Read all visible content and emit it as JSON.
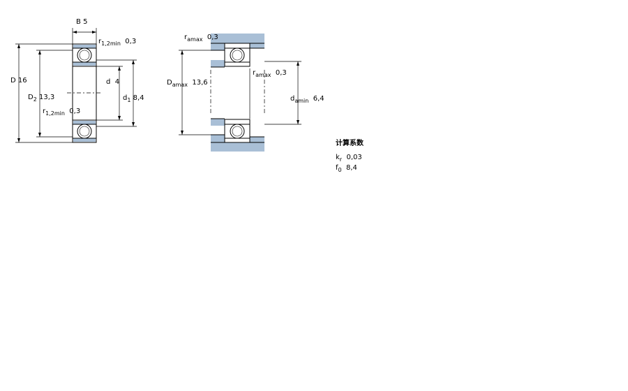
{
  "left_drawing": {
    "B": {
      "sym": "B",
      "val": "5"
    },
    "D": {
      "sym": "D",
      "val": "16"
    },
    "D2": {
      "sym": "D",
      "sub": "2",
      "val": "13,3"
    },
    "r_top": {
      "sym": "r",
      "sub": "1,2min",
      "val": "0,3"
    },
    "r_mid": {
      "sym": "r",
      "sub": "1,2min",
      "val": "0,3"
    },
    "d": {
      "sym": "d",
      "val": "4"
    },
    "d1": {
      "sym": "d",
      "sub": "1",
      "val": "8,4"
    }
  },
  "right_drawing": {
    "ra_top": {
      "sym": "r",
      "sub": "amax",
      "val": "0,3"
    },
    "ra_mid": {
      "sym": "r",
      "sub": "amax",
      "val": "0,3"
    },
    "Da": {
      "sym": "D",
      "sub": "amax",
      "val": "13,6"
    },
    "da": {
      "sym": "d",
      "sub": "amin",
      "val": "6,4"
    }
  },
  "calc": {
    "title": "计算系数",
    "kr": {
      "sym": "k",
      "sub": "r",
      "val": "0,03"
    },
    "f0": {
      "sym": "f",
      "sub": "0",
      "val": "8,4"
    }
  },
  "colors": {
    "shade": "#a9bfd6",
    "line": "#000000"
  }
}
